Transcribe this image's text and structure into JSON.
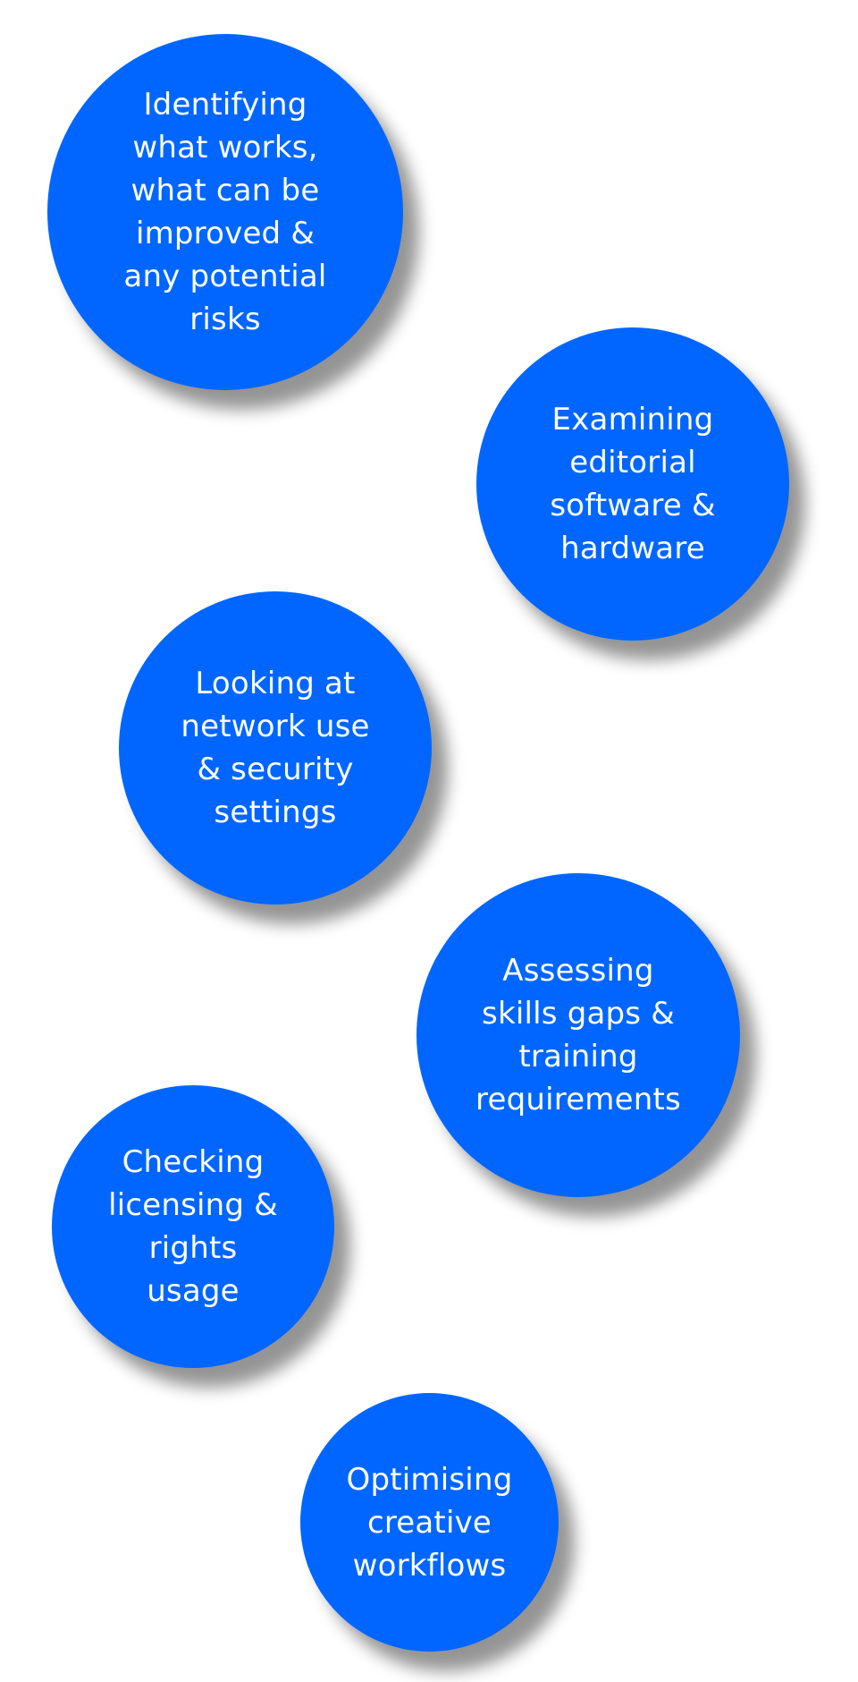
{
  "theme": {
    "circle_color": "#0066FF",
    "text_color": "#FFFFFF",
    "background": "#FFFFFF"
  },
  "circles": [
    {
      "label": "Identifying what works, what can be improved & any potential risks"
    },
    {
      "label": "Examining editorial software & hardware"
    },
    {
      "label": "Looking at network use & security settings"
    },
    {
      "label": "Assessing skills gaps & training requirements"
    },
    {
      "label": "Checking licensing & rights usage"
    },
    {
      "label": "Optimising creative workflows"
    }
  ]
}
